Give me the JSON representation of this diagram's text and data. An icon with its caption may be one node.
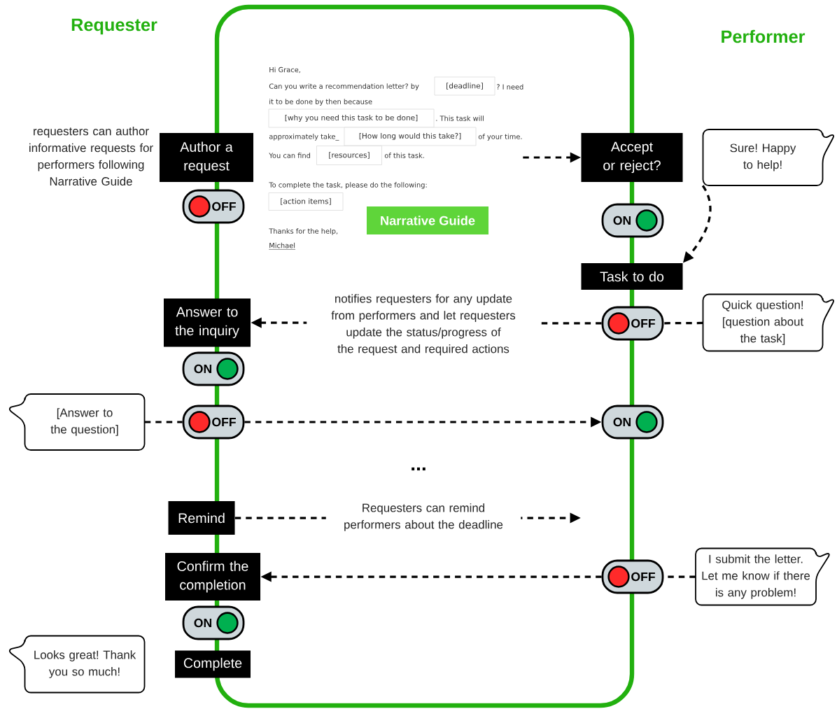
{
  "diagram": {
    "nodes": [
      {
        "text": [
          "Author a request"
        ]
      },
      {
        "text": [
          "OFF"
        ]
      },
      {
        "text": [
          "Hi Grace,",
          "Can you write a recommendation letter? by",
          "? I need",
          "it to be done by then because",
          ". This task will",
          "approximately take_",
          "of your time.",
          "You can find",
          "of this task.",
          "To complete the task, please do the following:",
          "Thanks for the help,",
          "Michael"
        ]
      },
      {
        "text": [
          "[deadline]"
        ],
        "in": 2
      },
      {
        "text": [
          "[why you need this task to be done]"
        ],
        "in": 2
      },
      {
        "text": [
          "[How long would this take?]"
        ],
        "in": 2
      },
      {
        "text": [
          "[resources]"
        ],
        "in": 2
      },
      {
        "text": [
          "[action items]"
        ],
        "in": 2
      },
      {
        "text": [
          "Narrative Guide"
        ],
        "in": 2
      },
      {
        "text": [
          "Accept or reject?"
        ]
      },
      {
        "text": [
          "Sure! Happy to help!"
        ]
      },
      {
        "text": [
          "ON"
        ]
      },
      {
        "text": [
          "Task to do"
        ]
      },
      {
        "text": [
          "Answer to the inquiry"
        ]
      },
      {
        "text": [
          "OFF"
        ]
      },
      {
        "text": [
          "Quick question! [question about the task]"
        ]
      },
      {
        "text": [
          "ON"
        ]
      },
      {
        "text": [
          "[Answer to the question]"
        ]
      },
      {
        "text": [
          "OFF"
        ]
      },
      {
        "text": [
          "ON"
        ]
      },
      {
        "text": [
          "Remind"
        ]
      },
      {
        "text": [
          "Confirm the completion"
        ]
      },
      {
        "text": [
          "OFF"
        ]
      },
      {
        "text": [
          "I submit the letter. Let me know if there is any problem!"
        ]
      },
      {
        "text": [
          "ON"
        ]
      },
      {
        "text": [
          "Complete"
        ]
      },
      {
        "text": [
          "Looks great! Thank you so much!"
        ]
      }
    ],
    "edges": [
      {
        "from": 2,
        "to": 9,
        "arrow": "to",
        "style": "dashed"
      },
      {
        "from": 10,
        "to": 12,
        "arrow": "to",
        "style": "dashed"
      },
      {
        "from": 15,
        "to": 14,
        "arrow": "none",
        "style": "dashed"
      },
      {
        "from": 14,
        "to": 13,
        "arrow": "to",
        "style": "dashed",
        "label": "notifies requesters for any update from performers and let requesters update the status/progress of the request and required actions"
      },
      {
        "from": 17,
        "to": 18,
        "arrow": "none",
        "style": "dashed"
      },
      {
        "from": 18,
        "to": 19,
        "arrow": "to",
        "style": "dashed"
      },
      {
        "from": 20,
        "to": null,
        "arrow": "to",
        "style": "dashed",
        "label": "Requesters can remind performers about the deadline"
      },
      {
        "from": 23,
        "to": 22,
        "arrow": "none",
        "style": "dashed"
      },
      {
        "from": 22,
        "to": 21,
        "arrow": "to",
        "style": "dashed"
      }
    ],
    "labels": [
      "Requester",
      "Performer",
      "requesters can author informative requests for performers following Narrative Guide",
      "..."
    ]
  }
}
